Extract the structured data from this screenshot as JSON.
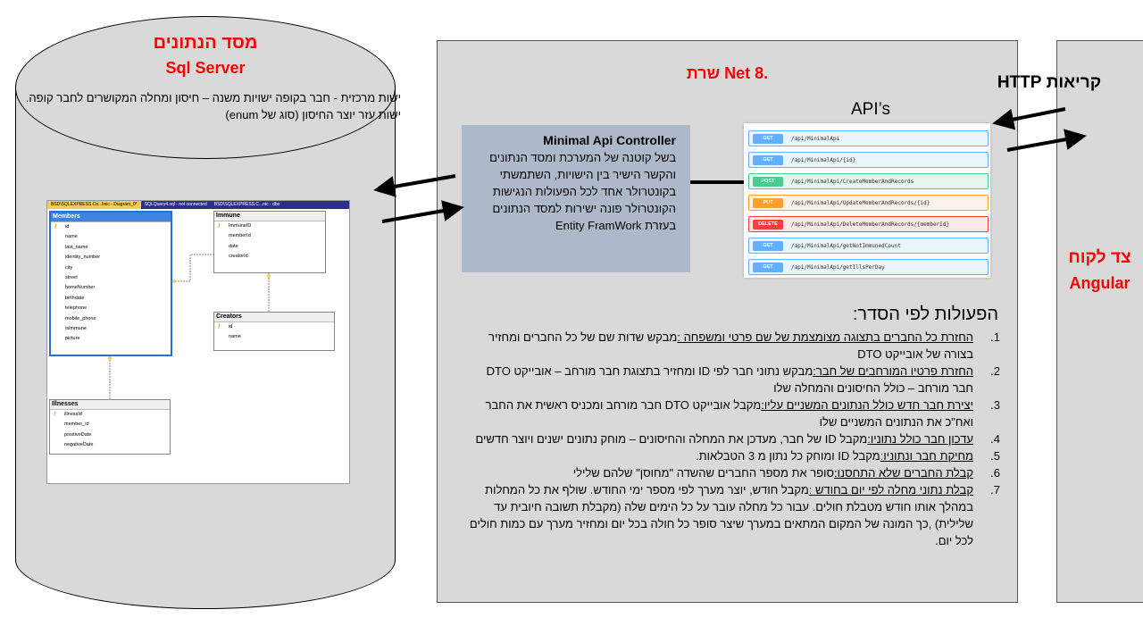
{
  "database": {
    "title": "מסד הנתונים",
    "subtitle": "Sql Server",
    "description_line1": "ישות מרכזית - חבר בקופה ישויות משנה – חיסון ומחלה המקושרים לחבר קופה.",
    "description_line2": "ישות עזר יוצר החיסון (סוג של enum)"
  },
  "sql_diagram": {
    "tabs": [
      "BSD\\SQLEXPRESS.Co...linic - Diagram_0*",
      "SQLQuery4.sql - not connected",
      "BSD\\SQLEXPRESS.C...nic - dbo"
    ],
    "tables": [
      {
        "name": "Members",
        "fields": [
          "id",
          "name",
          "last_name",
          "identity_number",
          "city",
          "street",
          "homeNumber",
          "birthdate",
          "telephone",
          "mobile_phone",
          "isImmune",
          "picture"
        ]
      },
      {
        "name": "Immune",
        "fields": [
          "ImmuneID",
          "memberId",
          "date",
          "creatorId"
        ]
      },
      {
        "name": "Creators",
        "fields": [
          "id",
          "name"
        ]
      },
      {
        "name": "Illnesses",
        "fields": [
          "illnessId",
          "member_id",
          "positiveDate",
          "negativeDate"
        ]
      }
    ]
  },
  "server": {
    "title": "שרת Net 8."
  },
  "controller": {
    "title": "Minimal Api Controller",
    "text": "בשל קוטנה של המערכת ומסד הנתונים והקשר הישיר בין הישויות, השתמשתי בקונטרולר אחד לכל הפעולות הנגישות הקונטרולר פונה ישירות למסד הנתונים בעזרת Entity FramWork"
  },
  "api": {
    "title": "API’s",
    "endpoints": [
      {
        "method": "GET",
        "path": "/api/MinimalApi"
      },
      {
        "method": "GET",
        "path": "/api/MinimalApi/{id}"
      },
      {
        "method": "POST",
        "path": "/api/MinimalApi/CreateMemberAndRecords"
      },
      {
        "method": "PUT",
        "path": "/api/MinimalApi/UpdateMemberAndRecords/{id}"
      },
      {
        "method": "DELETE",
        "path": "/api/MinimalApi/DeleteMemberAndRecords/{memberId}"
      },
      {
        "method": "GET",
        "path": "/api/MinimalApi/getNotImmunedCount"
      },
      {
        "method": "GET",
        "path": "/api/MinimalApi/getIllsPerDay"
      }
    ]
  },
  "operations": {
    "title": "הפעולות לפי הסדר:",
    "items": [
      {
        "num": "1.",
        "head": "החזרת כל החברים בתצוגה מצומצמת של שם פרטי ומשפחה :",
        "body": "מבקש שדות שם של כל החברים ומחזיר בצורה של אובייקט DTO"
      },
      {
        "num": "2.",
        "head": "החזרת פרטיו המורחבים של חבר:",
        "body": "מבקש נתוני חבר לפי ID ומחזיר בתצוגת חבר מורחב – אובייקט DTO חבר מורחב – כולל החיסונים והמחלה שלו"
      },
      {
        "num": "3.",
        "head": "יצירת חבר חדש כולל הנתונים המשניים עליו:",
        "body": "מקבל אובייקט DTO חבר מורחב ומכניס ראשית את החבר ואח\"כ את הנתונים המשניים שלו"
      },
      {
        "num": "4.",
        "head": "עדכון חבר כולל נתוניו:",
        "body": "מקבל ID של חבר, מעדכן את המחלה והחיסונים – מוחק נתונים ישנים ויוצר חדשים"
      },
      {
        "num": "5.",
        "head": "מחיקת חבר ונתוניו:",
        "body": "מקבל ID ומוחק כל נתון מ 3 הטבלאות."
      },
      {
        "num": "6.",
        "head": "קבלת החברים שלא התחסנו:",
        "body": "סופר את מספר החברים שהשדה \"מחוסן\" שלהם שלילי"
      },
      {
        "num": "7.",
        "head": "קבלת נתוני מחלה לפי יום בחודש :",
        "body": "מקבל חודש, יוצר מערך לפי מספר ימי החודש. שולף את כל המחלות במהלך אותו חודש מטבלת חולים. עבור כל מחלה עובר על כל הימים שלה (מקבלת תשובה חיובית עד שלילית) ,כך המונה של המקום המתאים במערך שיצר סופר כל חולה בכל יום ומחזיר מערך עם כמות חולים לכל יום."
      }
    ]
  },
  "client": {
    "title": "צד לקוח",
    "subtitle": "Angular"
  },
  "http": {
    "label": "קריאות HTTP"
  },
  "colors": {
    "panel_gray": "#d9d9d9",
    "controller_blue": "#adb9ca",
    "title_red": "#ff0000"
  }
}
